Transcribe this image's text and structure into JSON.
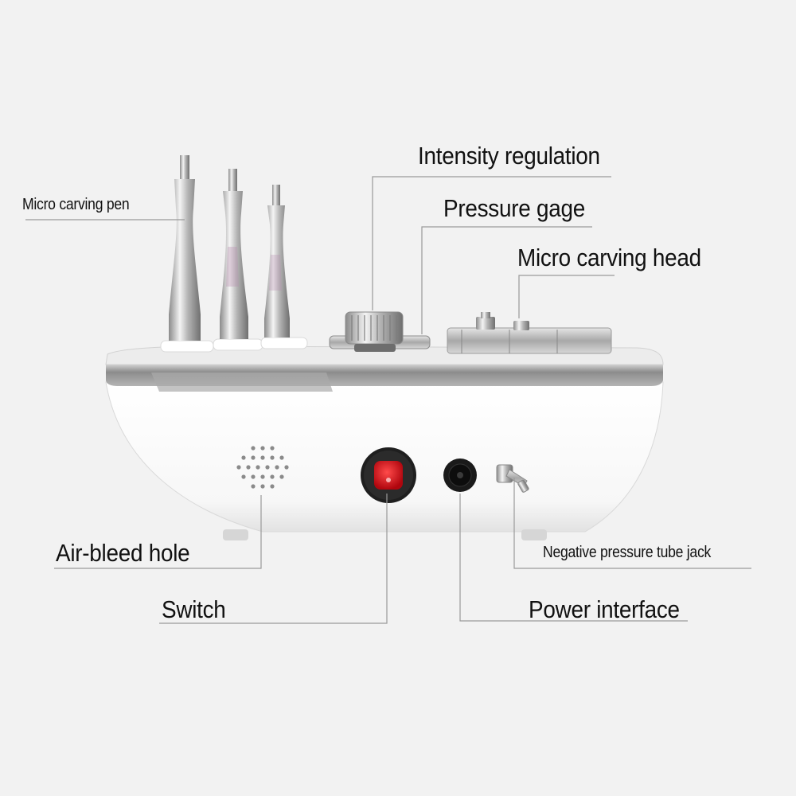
{
  "labels": {
    "micro_carving_pen": "Micro carving pen",
    "intensity_regulation": "Intensity regulation",
    "pressure_gage": "Pressure gage",
    "micro_carving_head": "Micro carving head",
    "air_bleed_hole": "Air-bleed hole",
    "switch": "Switch",
    "power_interface": "Power interface",
    "negative_pressure_tube_jack": "Negative pressure tube jack"
  },
  "colors": {
    "background": "#f2f2f2",
    "device_body": "#ffffff",
    "panel_strip": "#9a9a9a",
    "switch_red": "#d9101a",
    "switch_ring": "#222222",
    "leader_line": "#9a9a9a",
    "metal": "#c0c0c0"
  }
}
